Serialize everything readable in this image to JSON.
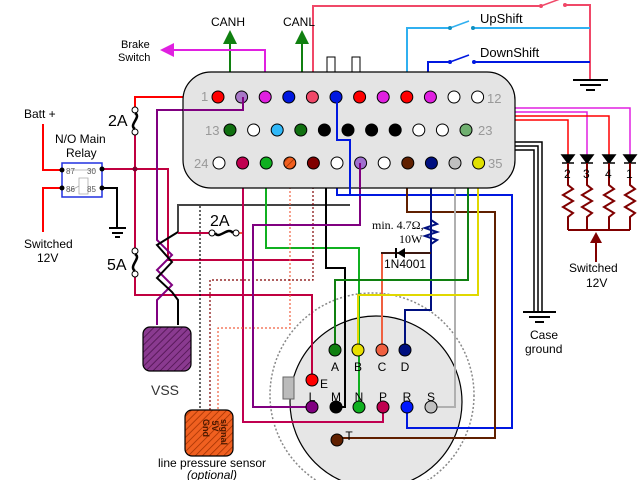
{
  "labels": {
    "canh": "CANH",
    "canl": "CANL",
    "brake_switch_1": "Brake",
    "brake_switch_2": "Switch",
    "upshift": "UpShift",
    "downshift": "DownShift",
    "batt": "Batt +",
    "relay_1": "N/O Main",
    "relay_2": "Relay",
    "relay_pin_87": "87",
    "relay_pin_30": "30",
    "relay_pin_86": "86",
    "relay_pin_85": "85",
    "switched_left_1": "Switched",
    "switched_left_2": "12V",
    "fuse_2a_top": "2A",
    "fuse_2a_mid": "2A",
    "fuse_5a": "5A",
    "vss": "VSS",
    "line_pressure": "line pressure sensor",
    "optional": "(optional)",
    "lps_gnd": "Gnd",
    "lps_5v": "5V",
    "lps_signal": "signal",
    "resistor_1": "min. 4.7Ω,",
    "resistor_2": "10W",
    "diode": "1N4001",
    "case_ground_1": "Case",
    "case_ground_2": "ground",
    "switched_right_1": "Switched",
    "switched_right_2": "12V",
    "led_labels": [
      "2",
      "3",
      "4",
      "1"
    ],
    "pin_1": "1",
    "pin_12": "12",
    "pin_13": "13",
    "pin_23": "23",
    "pin_24": "24",
    "pin_35": "35"
  },
  "connector_pins": {
    "row1": [
      "#ff0000",
      "#a878c8",
      "#e020e0",
      "#0018e0",
      "#f04868",
      "#0018e0",
      "#ff0000",
      "#e020e0",
      "#ff0000",
      "#e020e0",
      "#ffffff",
      "#ffffff"
    ],
    "row2": [
      "#107010",
      "#ffffff",
      "#30b8f8",
      "#107010",
      "#000000",
      "#000000",
      "#000000",
      "#000000",
      "#ffffff",
      "#ffffff",
      "#70b070"
    ],
    "row3": [
      "#ffffff",
      "#c00050",
      "#10b020",
      "#f06020",
      "#800000",
      "#ffffff",
      "#a070d0",
      "#ffffff",
      "#602000",
      "#001080",
      "#c0c0c0",
      "#e0e000"
    ]
  },
  "round_pins": [
    {
      "id": "A",
      "color": "#108010"
    },
    {
      "id": "B",
      "color": "#e8e000"
    },
    {
      "id": "C",
      "color": "#f06040"
    },
    {
      "id": "D",
      "color": "#001080"
    },
    {
      "id": "E",
      "color": "#ff0000"
    },
    {
      "id": "L",
      "color": "#800080"
    },
    {
      "id": "M",
      "color": "#000000"
    },
    {
      "id": "N",
      "color": "#10b020"
    },
    {
      "id": "P",
      "color": "#c00050"
    },
    {
      "id": "R",
      "color": "#0018ff"
    },
    {
      "id": "S",
      "color": "#c0c0c0"
    },
    {
      "id": "T",
      "color": "#602000"
    }
  ]
}
